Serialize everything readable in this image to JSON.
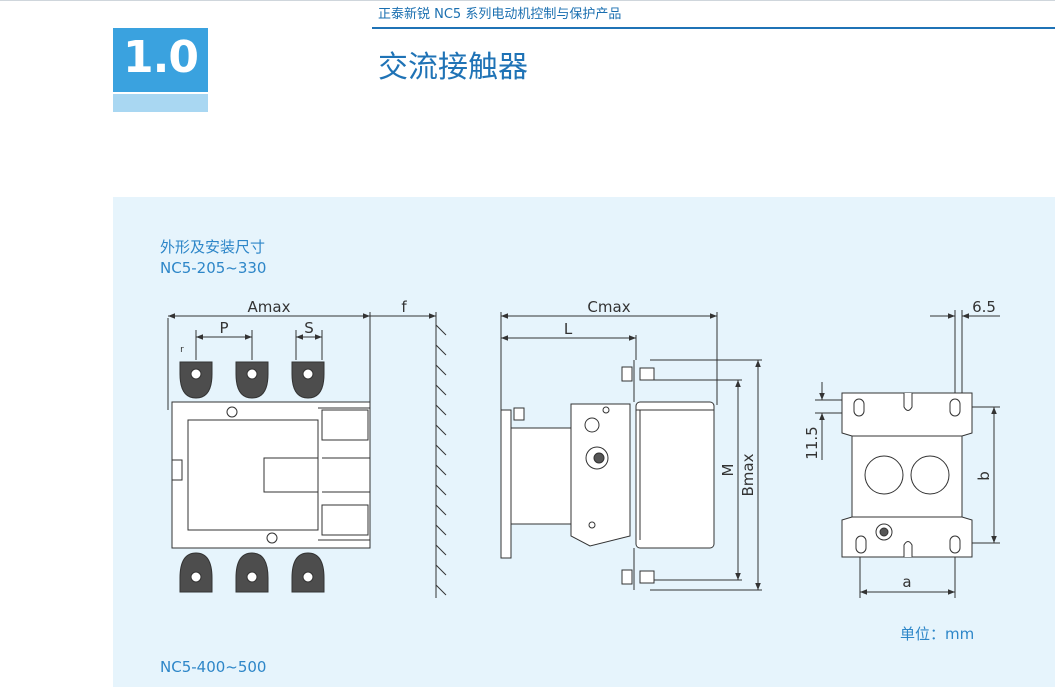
{
  "header": {
    "series_text": "正泰新锐 NC5 系列电动机控制与保护产品",
    "section_number": "1.0",
    "title": "交流接触器"
  },
  "panel": {
    "caption": "外形及安装尺寸",
    "model_range_1": "NC5-205~330",
    "model_range_2": "NC5-400~500",
    "unit_note": "单位：mm"
  },
  "dimensions": {
    "amax": "Amax",
    "f": "f",
    "p": "P",
    "s": "S",
    "r": "r",
    "cmax": "Cmax",
    "l": "L",
    "m": "M",
    "bmax": "Bmax",
    "d65": "6.5",
    "d115": "11.5",
    "b": "b",
    "a": "a"
  },
  "colors": {
    "accent": "#1f73b6",
    "panel_bg": "#e6f4fc",
    "number_box": "#3aa2df",
    "number_bar": "#a9d7f2"
  }
}
